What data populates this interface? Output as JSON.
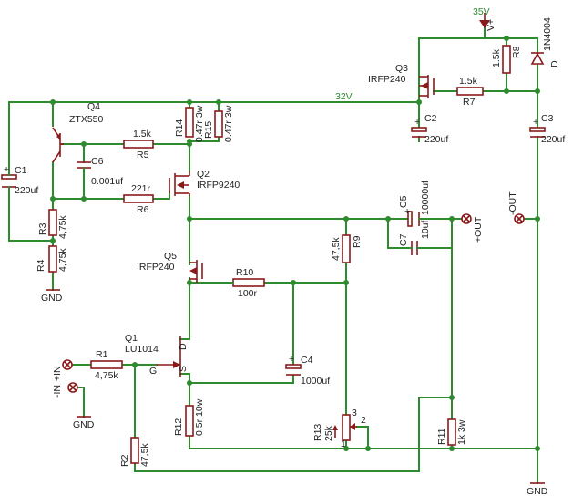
{
  "nets": {
    "v35": "35V",
    "v32": "32V",
    "vplus": "V+",
    "gnd": "GND"
  },
  "components": {
    "Q1": {
      "ref": "Q1",
      "value": "LU1014",
      "pin_d": "D",
      "pin_g": "G",
      "pin_s": "S"
    },
    "Q2": {
      "ref": "Q2",
      "value": "IRFP9240"
    },
    "Q3": {
      "ref": "Q3",
      "value": "IRFP240"
    },
    "Q4": {
      "ref": "Q4",
      "value": "ZTX550"
    },
    "Q5": {
      "ref": "Q5",
      "value": "IRFP240"
    },
    "D1": {
      "ref": "D",
      "value": "1N4004"
    },
    "R1": {
      "ref": "R1",
      "value": "4,75k"
    },
    "R2": {
      "ref": "R2",
      "value": "47,5k"
    },
    "R3": {
      "ref": "R3",
      "value": "4,75k"
    },
    "R4": {
      "ref": "R4",
      "value": "4,75k"
    },
    "R5": {
      "ref": "R5",
      "value": "1.5k"
    },
    "R6": {
      "ref": "R6",
      "value": "221r"
    },
    "R7": {
      "ref": "R7",
      "value": "1.5k"
    },
    "R8": {
      "ref": "R8",
      "value": "1.5k"
    },
    "R9": {
      "ref": "R9",
      "value": "47,5k"
    },
    "R10": {
      "ref": "R10",
      "value": "100r"
    },
    "R11": {
      "ref": "R11",
      "value": "1k 3w"
    },
    "R12": {
      "ref": "R12",
      "value": "0.5r 10w"
    },
    "R13": {
      "ref": "R13",
      "value": "25k",
      "pin1": "1",
      "pin2": "2",
      "pin3": "3"
    },
    "R14": {
      "ref": "R14",
      "value": "0.47r 3w"
    },
    "R15": {
      "ref": "R15",
      "value": "0.47r 3w"
    },
    "C1": {
      "ref": "C1",
      "value": "220uf"
    },
    "C2": {
      "ref": "C2",
      "value": "220uf"
    },
    "C3": {
      "ref": "C3",
      "value": "220uf"
    },
    "C4": {
      "ref": "C4",
      "value": "1000uf"
    },
    "C5": {
      "ref": "C5",
      "value": "10000uf"
    },
    "C6": {
      "ref": "C6",
      "value": "0.001uf"
    },
    "C7": {
      "ref": "C7",
      "value": "10uf"
    }
  },
  "connectors": {
    "in_plus": "+IN",
    "in_minus": "-IN",
    "out_plus": "+OUT",
    "out_minus": "-OUT"
  }
}
